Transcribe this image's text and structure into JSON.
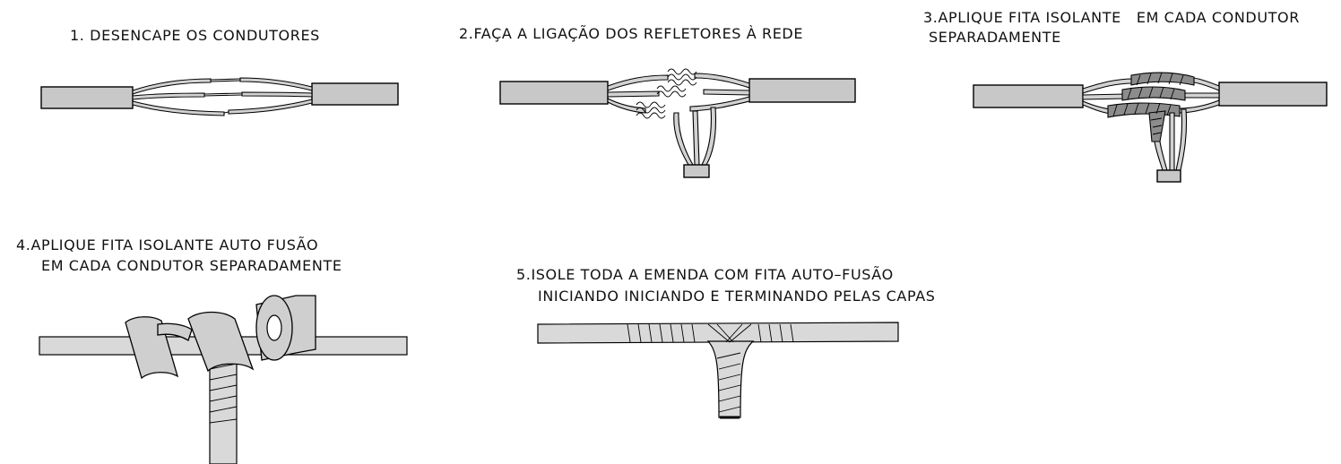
{
  "steps": [
    {
      "line1": "1. DESENCAPE OS CONDUTORES"
    },
    {
      "line1": "2.FAÇA A LIGAÇÃO DOS REFLETORES À REDE"
    },
    {
      "line1": "3.APLIQUE FITA ISOLANTE   EM CADA CONDUTOR",
      "line2": "SEPARADAMENTE"
    },
    {
      "line1": "4.APLIQUE FITA ISOLANTE AUTO FUSÃO",
      "line2": "EM CADA CONDUTOR SEPARADAMENTE"
    },
    {
      "line1": "5.ISOLE TODA A EMENDA COM FITA AUTO–FUSÃO",
      "line2": "INICIANDO INICIANDO E TERMINANDO PELAS CAPAS"
    }
  ]
}
